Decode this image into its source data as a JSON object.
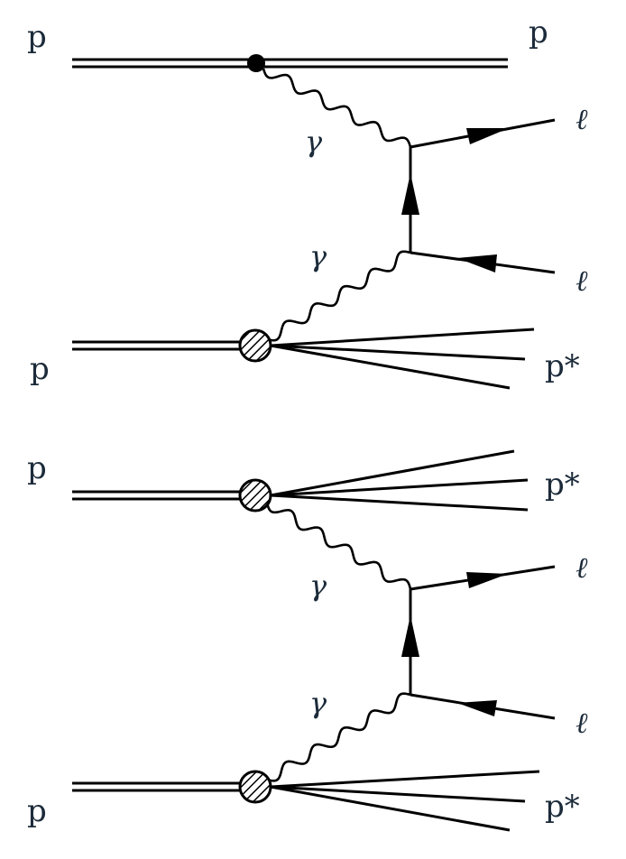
{
  "diagrams": [
    {
      "incoming_top": "p",
      "outgoing_top": "p",
      "incoming_bottom": "p",
      "outgoing_bottom": "p*",
      "photon_top": "γ",
      "photon_bottom": "γ",
      "lepton_top": "ℓ",
      "lepton_bottom": "ℓ"
    },
    {
      "incoming_top": "p",
      "outgoing_top": "p*",
      "incoming_bottom": "p",
      "outgoing_bottom": "p*",
      "photon_top": "γ",
      "photon_bottom": "γ",
      "lepton_top": "ℓ",
      "lepton_bottom": "ℓ"
    }
  ]
}
